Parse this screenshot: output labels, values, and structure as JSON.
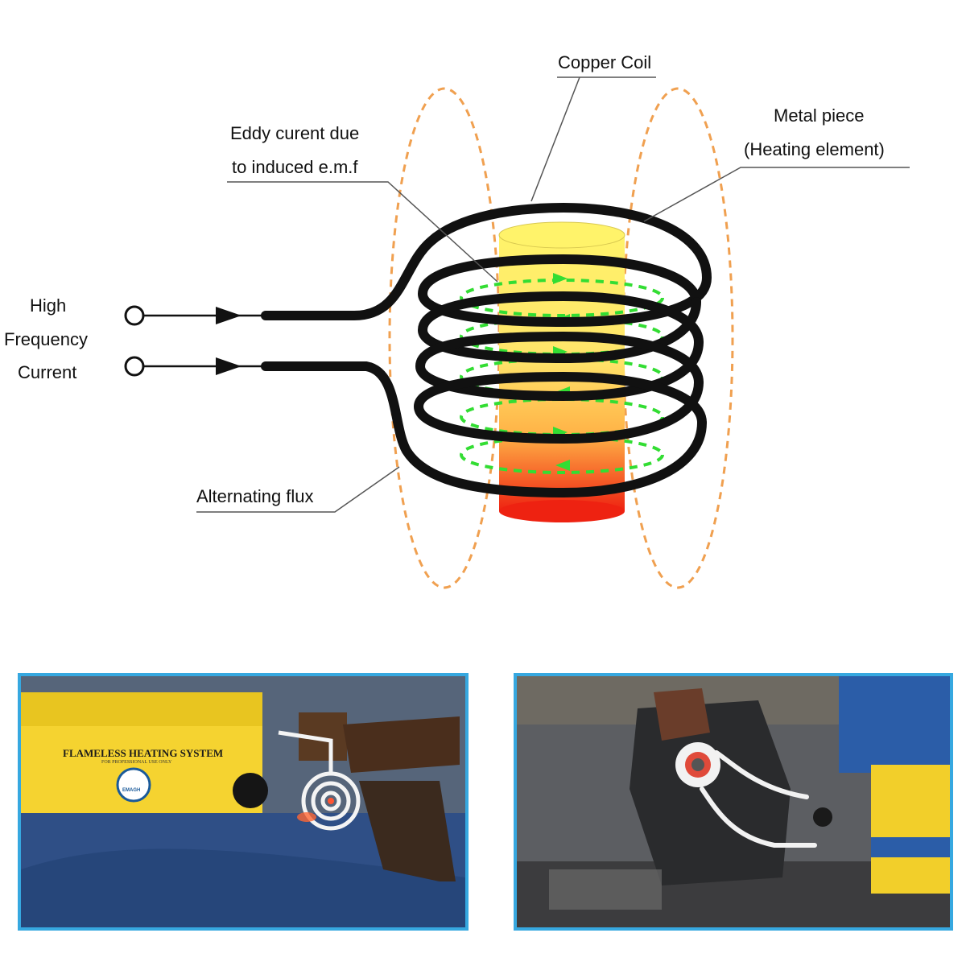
{
  "diagram": {
    "labels": {
      "copper_coil": "Copper Coil",
      "metal_piece_line1": "Metal piece",
      "metal_piece_line2": "(Heating element)",
      "eddy_line1": "Eddy curent due",
      "eddy_line2": "to induced e.m.f",
      "hf_line1": "High",
      "hf_line2": "Frequency",
      "hf_line3": "Current",
      "flux": "Alternating flux"
    },
    "colors": {
      "coil": "#111111",
      "flux_lines": "#f0a050",
      "eddy_current": "#33dd33",
      "metal_top": "#fff36a",
      "metal_bottom": "#ee2211"
    }
  },
  "photos": {
    "left": {
      "description_icon": "induction-heater-coil-photo",
      "box_title": "FLAMELESS HEATING SYSTEM",
      "box_subtitle": "FOR PROFESSIONAL USE ONLY",
      "logo_text": "EMAGH"
    },
    "right": {
      "description_icon": "vise-heating-bolt-photo"
    }
  }
}
